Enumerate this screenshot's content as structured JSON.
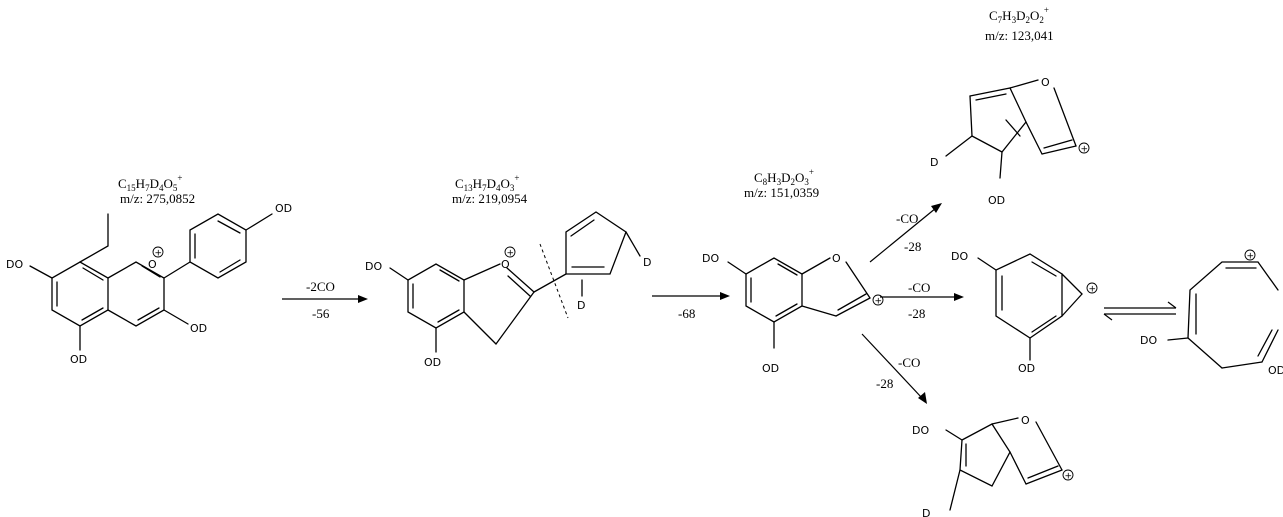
{
  "compounds": {
    "c1": {
      "formula_main": "C",
      "sub1": "15",
      "h": "H",
      "sub2": "7",
      "d": "D",
      "sub3": "4",
      "o": "O",
      "sub4": "5",
      "charge": "+",
      "mz": "m/z: 275,0852"
    },
    "c2": {
      "formula_main": "C",
      "sub1": "13",
      "h": "H",
      "sub2": "7",
      "d": "D",
      "sub3": "4",
      "o": "O",
      "sub4": "3",
      "charge": "+",
      "mz": "m/z: 219,0954"
    },
    "c3": {
      "formula_main": "C",
      "sub1": "8",
      "h": "H",
      "sub2": "3",
      "d": "D",
      "sub3": "2",
      "o": "O",
      "sub4": "3",
      "charge": "+",
      "mz": "m/z: 151,0359"
    },
    "c4": {
      "formula_main": "C",
      "sub1": "7",
      "h": "H",
      "sub2": "3",
      "d": "D",
      "sub3": "2",
      "o": "O",
      "sub4": "2",
      "charge": "+",
      "mz": "m/z: 123,041"
    }
  },
  "arrows": {
    "a1": {
      "top": "-2CO",
      "bottom": "-56"
    },
    "a2": {
      "bottom": "-68"
    },
    "a3": {
      "top": "-CO",
      "bottom": "-28"
    },
    "a4": {
      "top": "-CO",
      "bottom": "-28"
    },
    "a5": {
      "top": "-CO",
      "bottom": "-28"
    }
  },
  "atoms": {
    "od": "OD",
    "do": "DO",
    "o": "O",
    "d": "D",
    "plus": "+"
  }
}
